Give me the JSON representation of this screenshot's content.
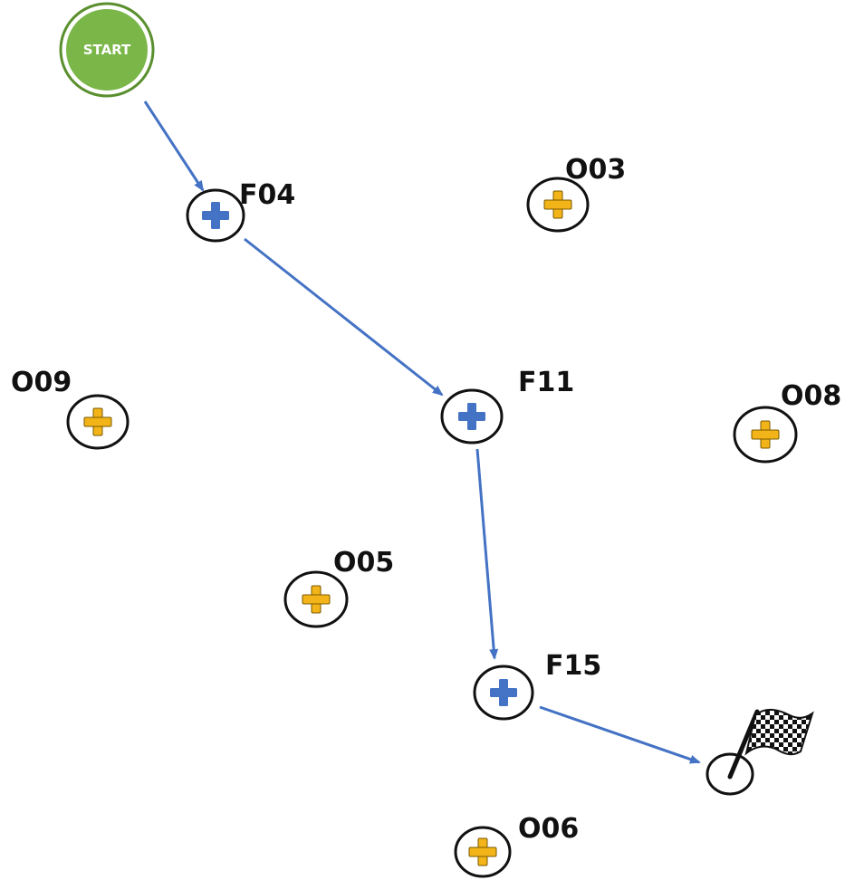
{
  "start": {
    "label": "START",
    "color": "#7ab648",
    "ring_color": "#5a8f2e"
  },
  "nodes": [
    {
      "id": "F04",
      "label": "F04",
      "kind": "visited"
    },
    {
      "id": "O03",
      "label": "O03",
      "kind": "other"
    },
    {
      "id": "O09",
      "label": "O09",
      "kind": "other"
    },
    {
      "id": "F11",
      "label": "F11",
      "kind": "visited"
    },
    {
      "id": "O08",
      "label": "O08",
      "kind": "other"
    },
    {
      "id": "O05",
      "label": "O05",
      "kind": "other"
    },
    {
      "id": "F15",
      "label": "F15",
      "kind": "visited"
    },
    {
      "id": "O06",
      "label": "O06",
      "kind": "other"
    }
  ],
  "finish": {
    "icon": "checkered-flag-icon"
  },
  "path": [
    "start",
    "F04",
    "F11",
    "F15",
    "finish"
  ],
  "colors": {
    "visited": "#4472c4",
    "other": "#f2b418",
    "ring": "#111111",
    "arrow": "#4472c4"
  }
}
